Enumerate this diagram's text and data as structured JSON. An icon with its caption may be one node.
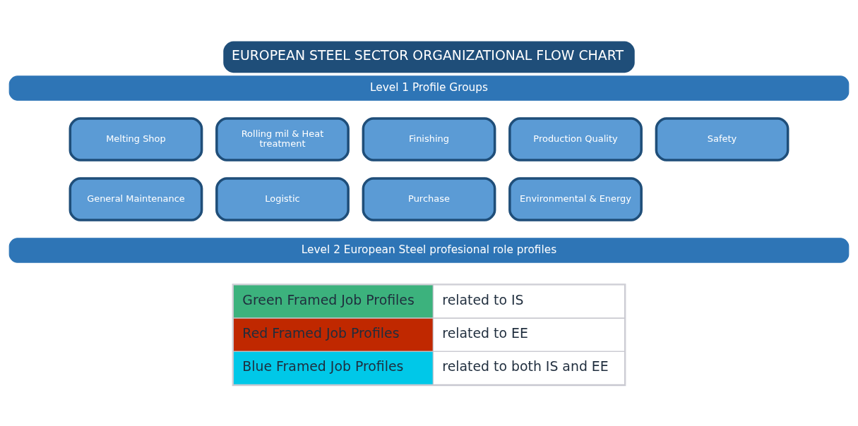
{
  "diagram": {
    "title": "EUROPEAN STEEL SECTOR ORGANIZATIONAL FLOW CHART",
    "nodes": [
      {
        "text": [
          "Level 1 Profile Groups"
        ]
      },
      {
        "text": [
          "Melting Shop"
        ]
      },
      {
        "text": [
          "Rolling mil & Heat treatment"
        ]
      },
      {
        "text": [
          "Finishing"
        ]
      },
      {
        "text": [
          "Production Quality"
        ]
      },
      {
        "text": [
          "Safety"
        ]
      },
      {
        "text": [
          "General Maintenance"
        ]
      },
      {
        "text": [
          "Logistic"
        ]
      },
      {
        "text": [
          "Purchase"
        ]
      },
      {
        "text": [
          "Environmental & Energy"
        ]
      },
      {
        "text": [
          "Level 2 European Steel profesional role profiles"
        ]
      }
    ],
    "edges": [],
    "labels": [
      "related to IS",
      "related to EE",
      "related to both IS and EE"
    ],
    "legend": [
      {
        "text": "Green Framed Job Profiles",
        "color": "#3cb27d"
      },
      {
        "text": "Red Framed Job Profiles",
        "color": "#c02800"
      },
      {
        "text": "Blue Framed Job Profiles",
        "color": "#00c8e8"
      }
    ]
  }
}
